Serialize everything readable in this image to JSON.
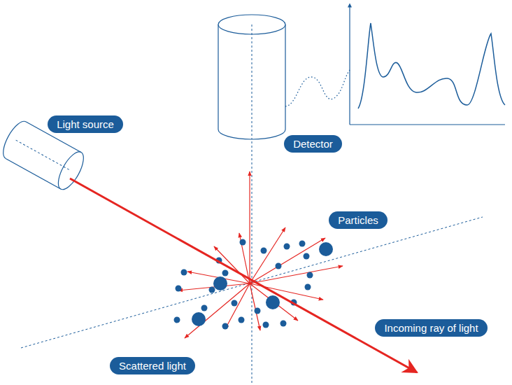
{
  "diagram": {
    "nodes": [
      {
        "text": [
          "Light source"
        ]
      },
      {
        "text": [
          "Detector"
        ]
      },
      {
        "text": [
          "Particles"
        ]
      },
      {
        "text": [
          "Incoming ray of light"
        ]
      },
      {
        "text": [
          "Scattered light"
        ]
      }
    ]
  }
}
